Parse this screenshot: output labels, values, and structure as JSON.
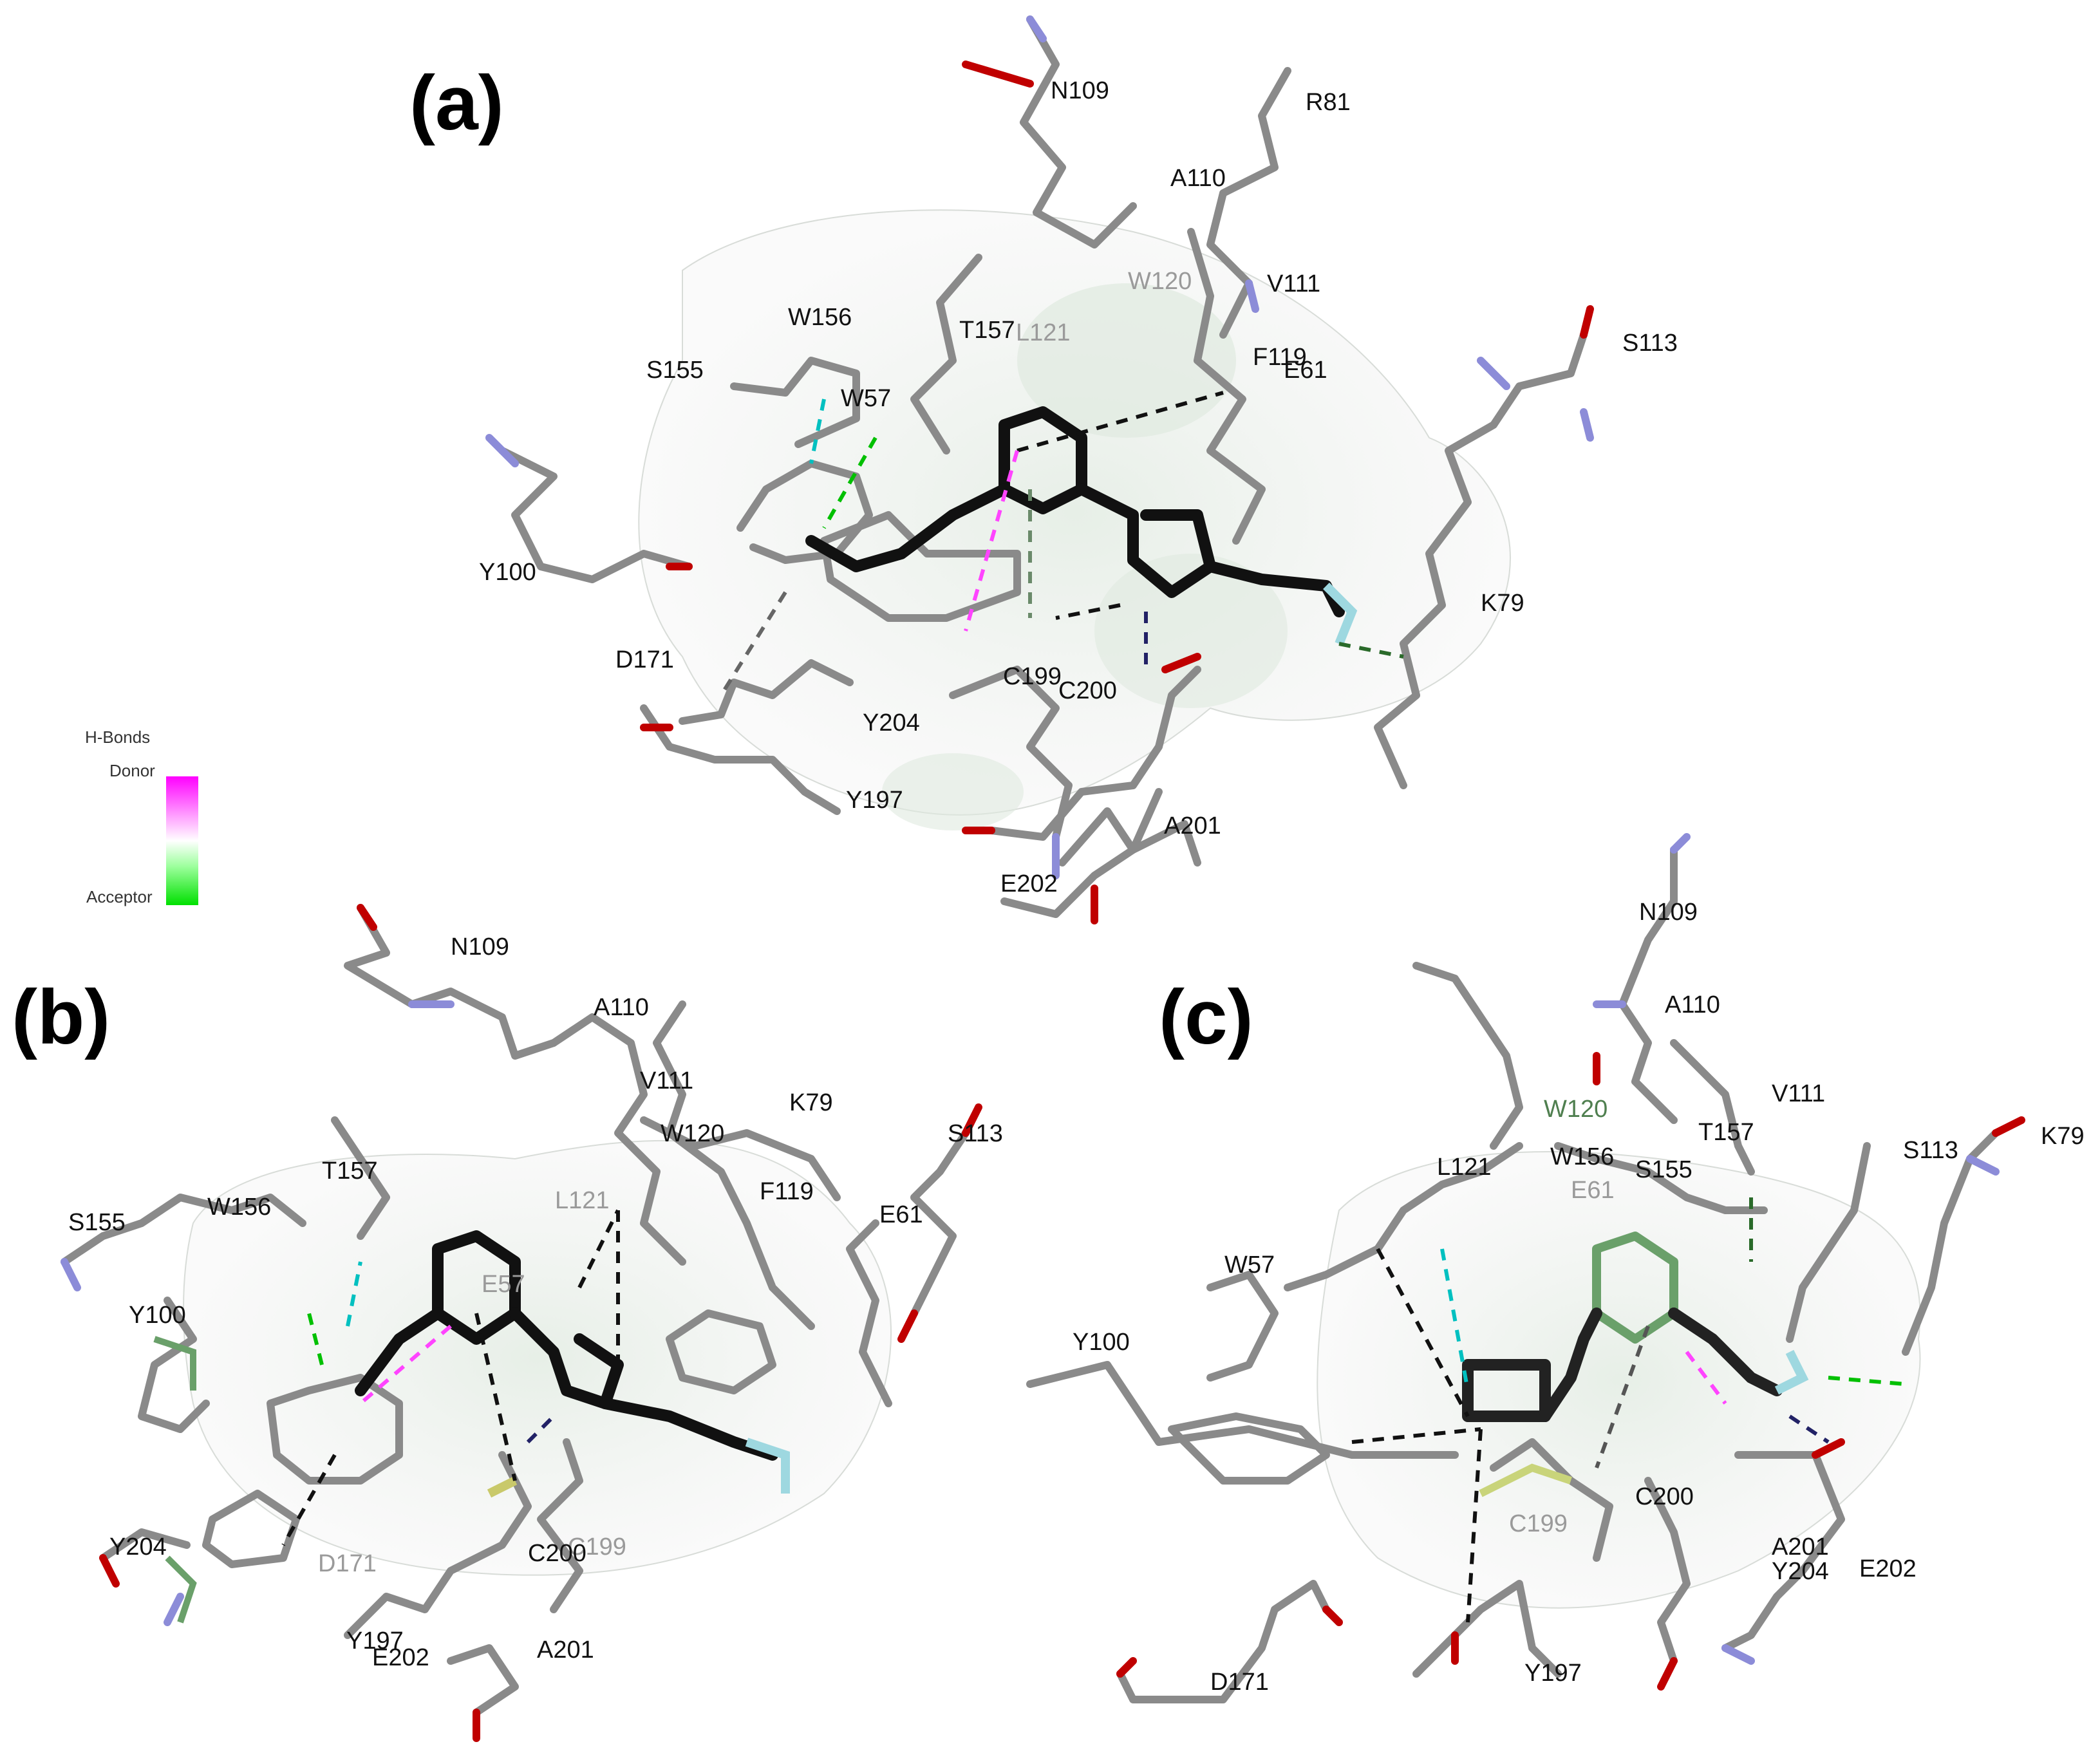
{
  "panels": [
    {
      "label": "(a)"
    },
    {
      "label": "(b)"
    },
    {
      "label": "(c)"
    }
  ],
  "legend": {
    "title": "H-Bonds",
    "donor": "Donor",
    "acceptor": "Acceptor",
    "donor_color": "#ff00ff",
    "acceptor_color": "#00e000"
  },
  "residues_a": [
    "N109",
    "R81",
    "A110",
    "V111",
    "W120",
    "T157",
    "L121",
    "S113",
    "W156",
    "F119",
    "S155",
    "W57",
    "E61",
    "Y100",
    "K79",
    "D171",
    "C199",
    "C200",
    "Y204",
    "Y197",
    "A201",
    "E202"
  ],
  "residues_b": [
    "N109",
    "A110",
    "V111",
    "K79",
    "W120",
    "S113",
    "T157",
    "S155",
    "W156",
    "L121",
    "F119",
    "E61",
    "Y100",
    "E57",
    "Y204",
    "D171",
    "C199",
    "C200",
    "Y197",
    "E202",
    "A201"
  ],
  "residues_c": [
    "N109",
    "A110",
    "W120",
    "V111",
    "T157",
    "S113",
    "K79",
    "L121",
    "W156",
    "S155",
    "E61",
    "W57",
    "Y100",
    "C199",
    "C200",
    "A201",
    "Y204",
    "E202",
    "D171",
    "Y197"
  ],
  "colors": {
    "carbon": "#808080",
    "nitrogen": "#8c8cd8",
    "oxygen": "#e00000",
    "sulfur": "#c9c96a",
    "fluorine": "#9ed8e0",
    "ligand": "#111111",
    "surface": "#e6ece6"
  }
}
